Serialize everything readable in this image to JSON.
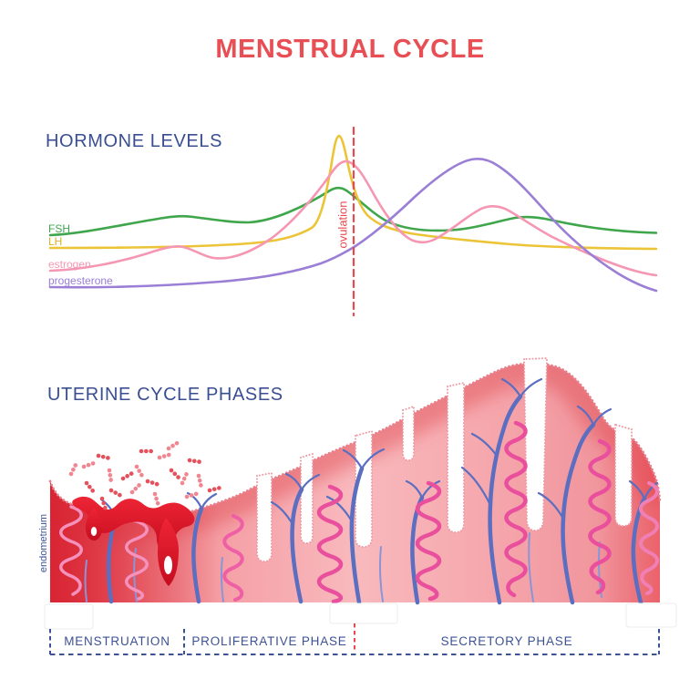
{
  "title": {
    "text": "MENSTRUAL CYCLE",
    "color": "#e84f55"
  },
  "hormone_chart": {
    "heading": "HORMONE LEVELS",
    "heading_color": "#3a4f92",
    "ovulation": {
      "label": "ovulation",
      "color": "#e8494e"
    },
    "series": [
      {
        "label": "FSH",
        "color": "#3fa64c"
      },
      {
        "label": "LH",
        "color": "#ecc437"
      },
      {
        "label": "estrogen",
        "color": "#f597b3"
      },
      {
        "label": "progesterone",
        "color": "#9b7ed6"
      }
    ]
  },
  "uterine_section": {
    "heading": "UTERINE CYCLE PHASES",
    "heading_color": "#3a4f92",
    "y_axis_label": "endometrium",
    "axis_color": "#3d5295",
    "ovulation_divider_color": "#e8494e",
    "phases": [
      {
        "label": "MENSTRUATION"
      },
      {
        "label": "PROLIFERATIVE PHASE"
      },
      {
        "label": "SECRETORY PHASE"
      }
    ],
    "tissue_colors": {
      "deep_red": "#d71f2e",
      "light_pink": "#f8b9bd",
      "vessel_blue": "#5b6ec0",
      "gland_magenta": "#e94f9d",
      "blood_red": "#e32030"
    }
  }
}
